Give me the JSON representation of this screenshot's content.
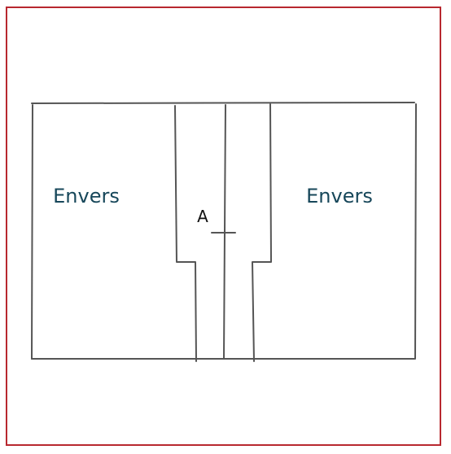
{
  "diagram": {
    "labels": {
      "left_panel": "Envers",
      "right_panel": "Envers",
      "point": "A"
    },
    "colors": {
      "frame": "#b8282f",
      "line": "#555555",
      "label_text": "#17475a",
      "point_text": "#111111"
    }
  }
}
